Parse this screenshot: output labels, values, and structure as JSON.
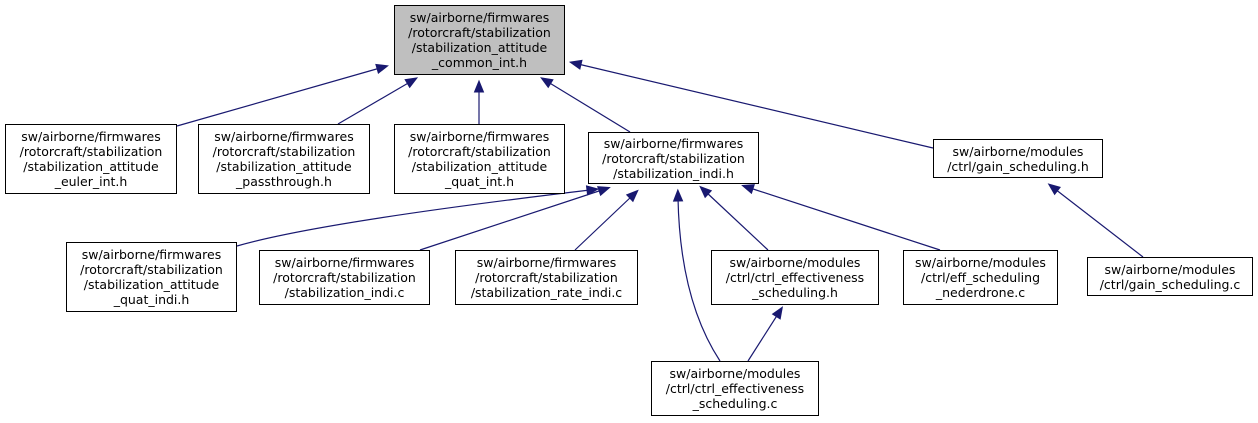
{
  "diagram": {
    "type": "doxygen-include-dependency-graph",
    "edge_color": "#191970",
    "root_fill": "#bfbfbf",
    "nodes": [
      {
        "id": "common_int_h",
        "root": true,
        "lines": [
          "sw/airborne/firmwares",
          "/rotorcraft/stabilization",
          "/stabilization_attitude",
          "_common_int.h"
        ]
      },
      {
        "id": "euler_int_h",
        "lines": [
          "sw/airborne/firmwares",
          "/rotorcraft/stabilization",
          "/stabilization_attitude",
          "_euler_int.h"
        ]
      },
      {
        "id": "passthrough_h",
        "lines": [
          "sw/airborne/firmwares",
          "/rotorcraft/stabilization",
          "/stabilization_attitude",
          "_passthrough.h"
        ]
      },
      {
        "id": "quat_int_h",
        "lines": [
          "sw/airborne/firmwares",
          "/rotorcraft/stabilization",
          "/stabilization_attitude",
          "_quat_int.h"
        ]
      },
      {
        "id": "indi_h",
        "lines": [
          "sw/airborne/firmwares",
          "/rotorcraft/stabilization",
          "/stabilization_indi.h"
        ]
      },
      {
        "id": "gain_scheduling_h",
        "lines": [
          "sw/airborne/modules",
          "/ctrl/gain_scheduling.h"
        ]
      },
      {
        "id": "quat_indi_h",
        "lines": [
          "sw/airborne/firmwares",
          "/rotorcraft/stabilization",
          "/stabilization_attitude",
          "_quat_indi.h"
        ]
      },
      {
        "id": "indi_c",
        "lines": [
          "sw/airborne/firmwares",
          "/rotorcraft/stabilization",
          "/stabilization_indi.c"
        ]
      },
      {
        "id": "rate_indi_c",
        "lines": [
          "sw/airborne/firmwares",
          "/rotorcraft/stabilization",
          "/stabilization_rate_indi.c"
        ]
      },
      {
        "id": "ctrl_eff_sched_h",
        "lines": [
          "sw/airborne/modules",
          "/ctrl/ctrl_effectiveness",
          "_scheduling.h"
        ]
      },
      {
        "id": "eff_sched_nederdrone_c",
        "lines": [
          "sw/airborne/modules",
          "/ctrl/eff_scheduling",
          "_nederdrone.c"
        ]
      },
      {
        "id": "gain_scheduling_c",
        "lines": [
          "sw/airborne/modules",
          "/ctrl/gain_scheduling.c"
        ]
      },
      {
        "id": "ctrl_eff_sched_c",
        "lines": [
          "sw/airborne/modules",
          "/ctrl/ctrl_effectiveness",
          "_scheduling.c"
        ]
      }
    ],
    "edges": [
      {
        "from": "euler_int_h",
        "to": "common_int_h"
      },
      {
        "from": "passthrough_h",
        "to": "common_int_h"
      },
      {
        "from": "quat_int_h",
        "to": "common_int_h"
      },
      {
        "from": "indi_h",
        "to": "common_int_h"
      },
      {
        "from": "gain_scheduling_h",
        "to": "common_int_h"
      },
      {
        "from": "quat_indi_h",
        "to": "indi_h"
      },
      {
        "from": "indi_c",
        "to": "indi_h"
      },
      {
        "from": "rate_indi_c",
        "to": "indi_h"
      },
      {
        "from": "ctrl_eff_sched_c",
        "to": "indi_h"
      },
      {
        "from": "ctrl_eff_sched_h",
        "to": "indi_h"
      },
      {
        "from": "eff_sched_nederdrone_c",
        "to": "indi_h"
      },
      {
        "from": "ctrl_eff_sched_c",
        "to": "ctrl_eff_sched_h"
      },
      {
        "from": "gain_scheduling_c",
        "to": "gain_scheduling_h"
      }
    ]
  }
}
